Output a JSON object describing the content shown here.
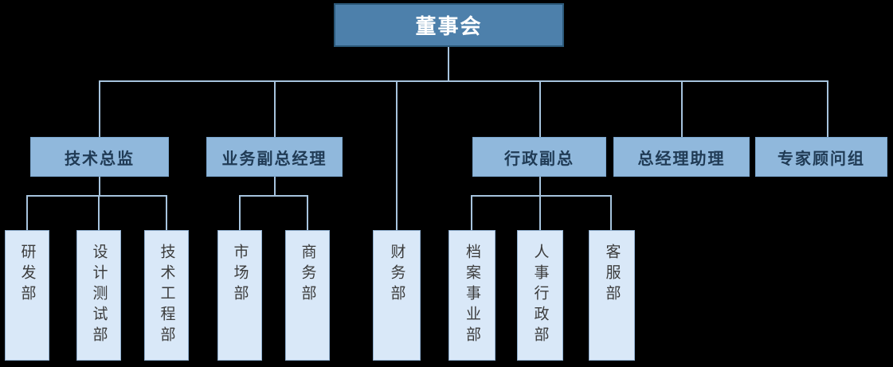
{
  "org_chart": {
    "type": "organization-chart",
    "root": {
      "label": "董事会"
    },
    "level2": [
      {
        "label": "技术总监",
        "parent": "董事会"
      },
      {
        "label": "业务副总经理",
        "parent": "董事会"
      },
      {
        "label": "行政副总",
        "parent": "董事会"
      },
      {
        "label": "总经理助理",
        "parent": "董事会"
      },
      {
        "label": "专家顾问组",
        "parent": "董事会"
      }
    ],
    "level3": [
      {
        "label": "研发部",
        "parent": "技术总监"
      },
      {
        "label": "设计测试部",
        "parent": "技术总监"
      },
      {
        "label": "技术工程部",
        "parent": "技术总监"
      },
      {
        "label": "市场部",
        "parent": "业务副总经理"
      },
      {
        "label": "商务部",
        "parent": "业务副总经理"
      },
      {
        "label": "财务部",
        "parent": "董事会"
      },
      {
        "label": "档案事业部",
        "parent": "行政副总"
      },
      {
        "label": "人事行政部",
        "parent": "行政副总"
      },
      {
        "label": "客服部",
        "parent": "行政副总"
      }
    ],
    "colors": {
      "background": "#000000",
      "root_fill": "#4D80AB",
      "root_border": "#2B5878",
      "root_text": "#FFFFFF",
      "branch_fill": "#90B8DC",
      "branch_border": "#7AA5CC",
      "branch_text": "#203B55",
      "leaf_fill": "#D9E8F8",
      "leaf_border": "#8FAECE",
      "leaf_text": "#3C3C3C",
      "connector": "#A6C3DD"
    }
  }
}
